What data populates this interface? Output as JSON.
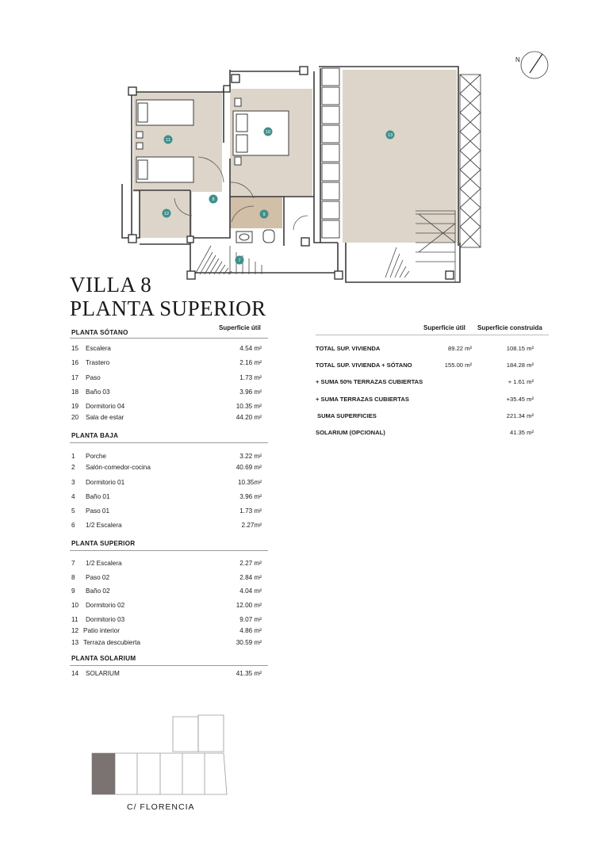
{
  "plan": {
    "north_label": "N",
    "room_numbers": [
      "7",
      "8",
      "9",
      "10",
      "11",
      "12",
      "13"
    ]
  },
  "title": {
    "line1": "VILLA 8",
    "line2": "PLANTA SUPERIOR"
  },
  "left_table": {
    "column_header": "Superficie útil",
    "sections": [
      {
        "name": "PLANTA SÓTANO",
        "rows": [
          {
            "num": "15",
            "label": "Escalera",
            "value": "4.54 m²"
          },
          {
            "num": "16",
            "label": "Trastero",
            "value": "2.16 m²"
          },
          {
            "num": "17",
            "label": "Paso",
            "value": "1.73 m²"
          },
          {
            "num": "18",
            "label": "Baño 03",
            "value": "3.96 m²"
          },
          {
            "num": "19",
            "label": "Dormitorio 04",
            "value": "10.35 m²"
          },
          {
            "num": "20",
            "label": "Sala de estar",
            "value": "44.20 m²"
          }
        ]
      },
      {
        "name": "PLANTA BAJA",
        "rows": [
          {
            "num": "1",
            "label": "Porche",
            "value": "3.22 m²"
          },
          {
            "num": "2",
            "label": "Salón-comedor-cocina",
            "value": "40.69 m²"
          },
          {
            "num": "3",
            "label": "Dormitorio 01",
            "value": "10.35m²"
          },
          {
            "num": "4",
            "label": "Baño 01",
            "value": "3.96 m²"
          },
          {
            "num": "5",
            "label": "Paso 01",
            "value": "1.73 m²"
          },
          {
            "num": "6",
            "label": "1/2 Escalera",
            "value": "2.27m²"
          }
        ]
      },
      {
        "name": "PLANTA SUPERIOR",
        "rows": [
          {
            "num": "7",
            "label": "1/2 Escalera",
            "value": "2.27 m²"
          },
          {
            "num": "8",
            "label": "Paso 02",
            "value": "2.84 m²"
          },
          {
            "num": "9",
            "label": "Baño 02",
            "value": "4.04 m²"
          },
          {
            "num": "10",
            "label": "Dormitorio 02",
            "value": "12.00 m²"
          },
          {
            "num": "11",
            "label": "Dormitorio 03",
            "value": "9.07 m²"
          },
          {
            "num": "12",
            "label": "Patio interior",
            "value": "4.86 m²"
          },
          {
            "num": "13",
            "label": "Terraza descubierta",
            "value": "30.59 m²"
          }
        ]
      },
      {
        "name": "PLANTA SOLARIUM",
        "rows": [
          {
            "num": "14",
            "label": "SOLARIUM",
            "value": "41.35 m²"
          }
        ]
      }
    ]
  },
  "right_table": {
    "header_util": "Superficie útil",
    "header_construida": "Superficie construida",
    "rows": [
      {
        "label": "TOTAL SUP. VIVIENDA",
        "util": "89.22 m²",
        "construida": "108.15 m²"
      },
      {
        "label": "TOTAL SUP. VIVIENDA + SÓTANO",
        "util": "155.00  m²",
        "construida": "184.28 m²"
      },
      {
        "label": "+ SUMA 50% TERRAZAS CUBIERTAS",
        "util": "",
        "construida": "+ 1.61 m²"
      },
      {
        "label": "+ SUMA TERRAZAS CUBIERTAS",
        "util": "",
        "construida": "+35.45 m²"
      },
      {
        "label": "SUMA SUPERFICIES",
        "util": "",
        "construida": "221.34 m²"
      },
      {
        "label": "SOLARIUM (OPCIONAL)",
        "util": "",
        "construida": "41.35 m²"
      }
    ]
  },
  "site": {
    "street": "C/ FLORENCIA"
  },
  "colors": {
    "room_fill": "#ddd5c9",
    "bath_fill": "#d1bfa8",
    "marker": "#3f8f8c",
    "highlight_unit": "#7a7372"
  }
}
